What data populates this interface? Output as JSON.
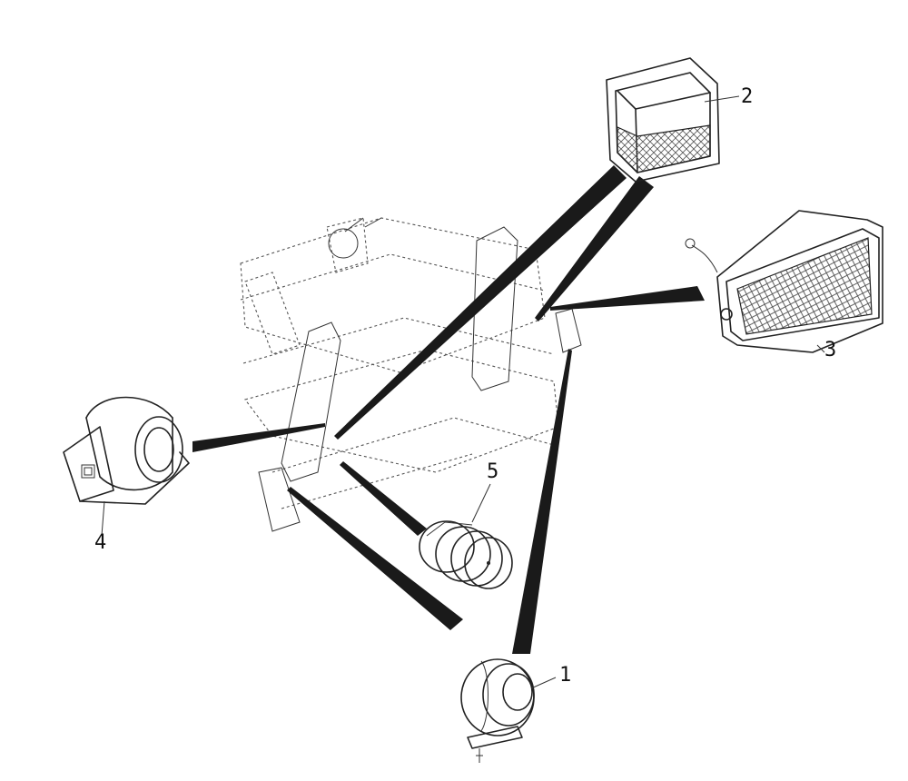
{
  "diagram": {
    "callouts": [
      {
        "id": "1",
        "label": "1"
      },
      {
        "id": "2",
        "label": "2"
      },
      {
        "id": "3",
        "label": "3"
      },
      {
        "id": "4",
        "label": "4"
      },
      {
        "id": "5",
        "label": "5"
      }
    ]
  },
  "colors": {
    "ink": "#111111",
    "paper": "#ffffff"
  }
}
